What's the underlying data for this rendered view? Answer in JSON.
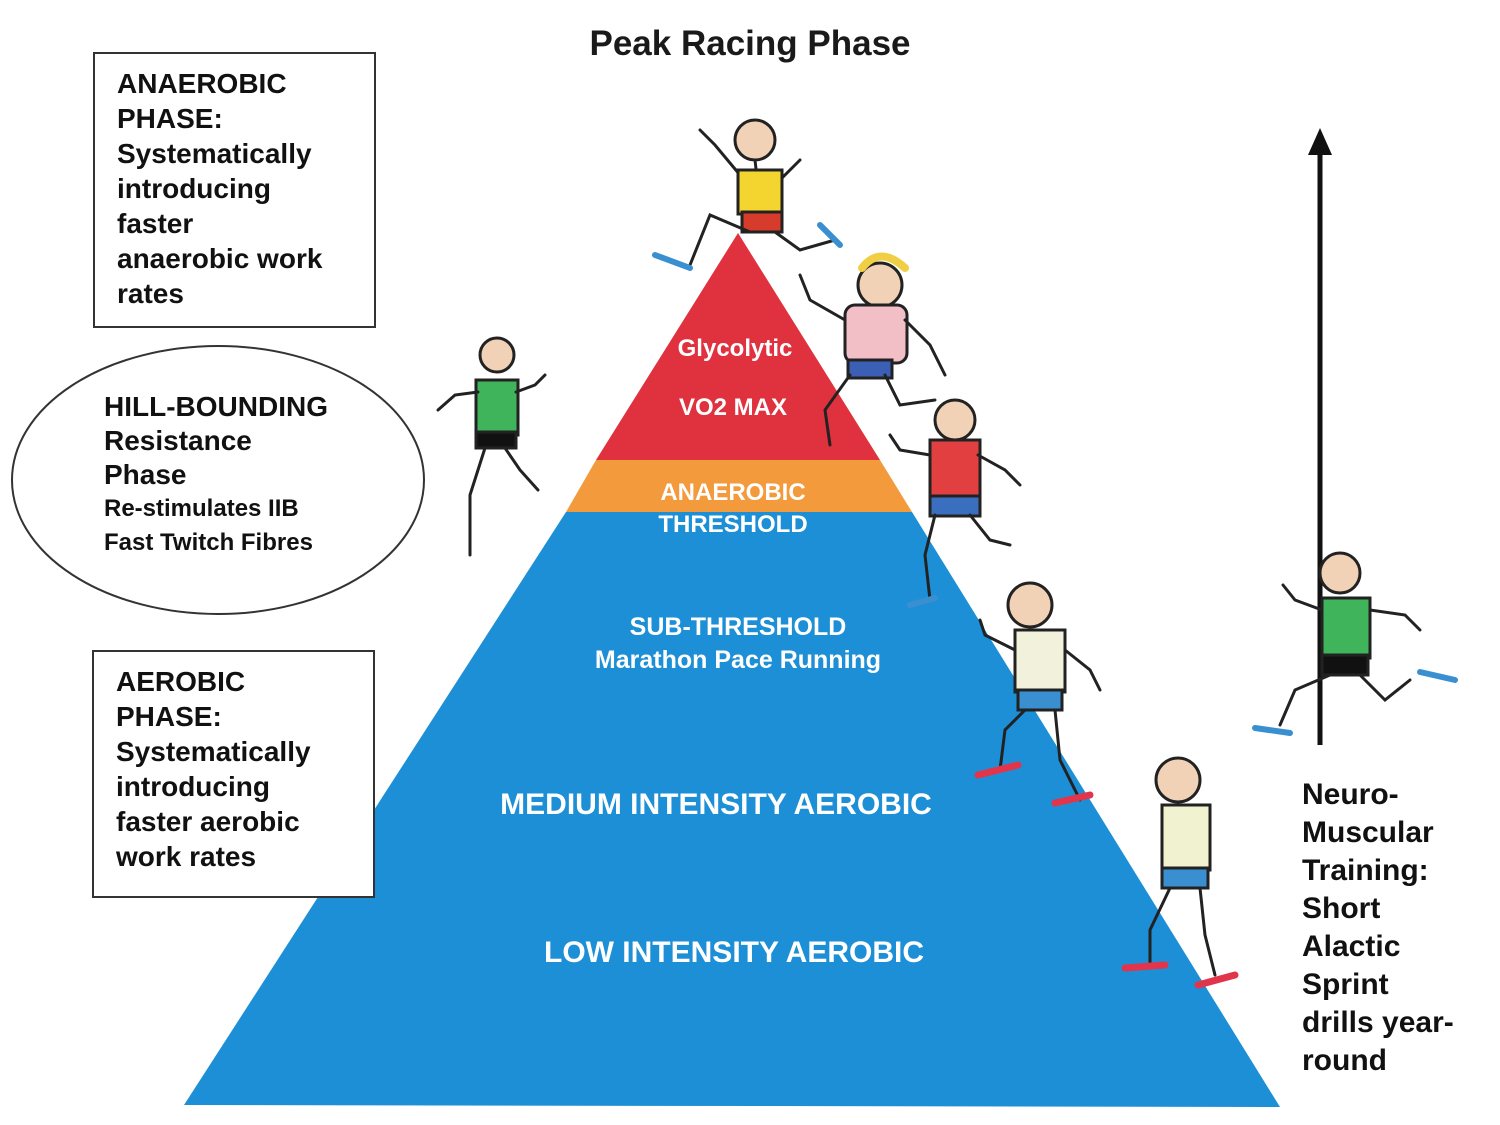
{
  "title": "Peak Racing Phase",
  "anaerobic_box": {
    "lines": [
      "ANAEROBIC",
      "PHASE:",
      "Systematically",
      "introducing",
      "faster",
      "anaerobic work",
      "rates"
    ]
  },
  "hill_bounding": {
    "heading": "HILL-BOUNDING",
    "line2": "Resistance",
    "line3": "Phase",
    "line4": "Re-stimulates IIB",
    "line5": "Fast Twitch Fibres"
  },
  "aerobic_box": {
    "lines": [
      "AEROBIC",
      "PHASE:",
      "Systematically",
      "introducing",
      "faster aerobic",
      "work rates"
    ]
  },
  "pyramid": {
    "glycolytic": "Glycolytic",
    "vo2max": "VO2 MAX",
    "anaerobic": "ANAEROBIC",
    "threshold": "THRESHOLD",
    "sub_threshold": "SUB-THRESHOLD",
    "marathon_pace": "Marathon Pace Running",
    "medium": "MEDIUM INTENSITY AEROBIC",
    "low": "LOW INTENSITY AEROBIC",
    "colors": {
      "top": "#e0313f",
      "middle": "#f39a3c",
      "base": "#1d8fd6"
    }
  },
  "neuro_muscular": {
    "lines": [
      "Neuro-",
      "Muscular",
      "Training:",
      "Short",
      "Alactic",
      "Sprint",
      "drills year-",
      "round"
    ]
  }
}
